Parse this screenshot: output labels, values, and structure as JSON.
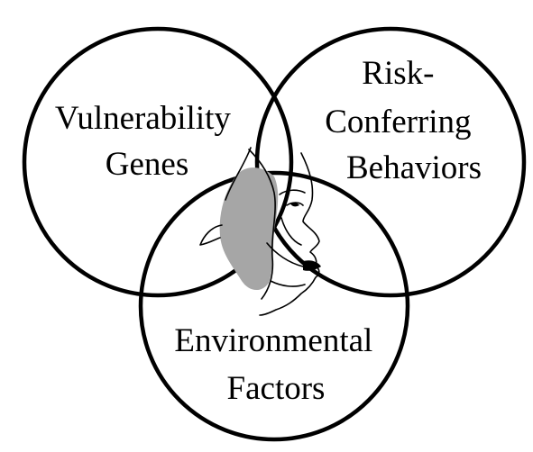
{
  "diagram": {
    "circles": [
      {
        "id": "vulnerability-genes",
        "label_lines": [
          "Vulnerability",
          "Genes"
        ]
      },
      {
        "id": "risk-conferring-behaviors",
        "label_lines": [
          "Risk-",
          "Conferring",
          "Behaviors"
        ]
      },
      {
        "id": "environmental-factors",
        "label_lines": [
          "Environmental",
          "Factors"
        ]
      }
    ],
    "colors": {
      "stroke": "#000000",
      "shading": "#a6a6a6",
      "background": "#ffffff"
    },
    "center_illustration": "face-profile-icon"
  }
}
